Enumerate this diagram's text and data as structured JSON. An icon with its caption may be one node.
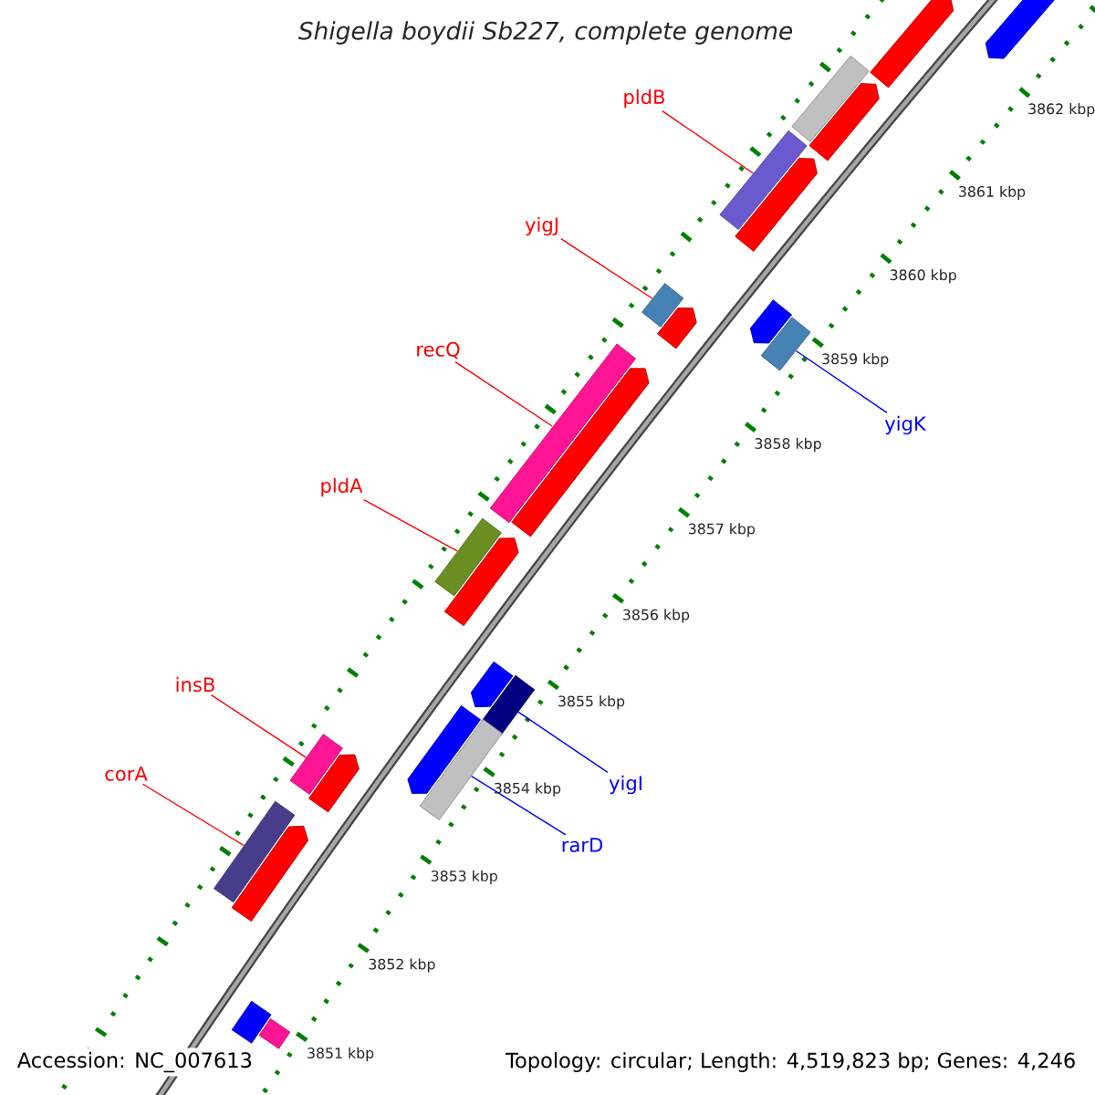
{
  "diagram": {
    "title": "Shigella boydii Sb227, complete genome",
    "nodes": [
      {
        "text": [
          "pldB"
        ]
      },
      {
        "text": [],
        "shape": "bar"
      },
      {
        "text": [
          "yigJ"
        ]
      },
      {
        "text": [],
        "shape": "bar"
      },
      {
        "text": [
          "recQ"
        ]
      },
      {
        "text": [],
        "shape": "bar"
      },
      {
        "text": [
          "yigK"
        ]
      },
      {
        "text": [],
        "shape": "bar"
      },
      {
        "text": [
          "pldA"
        ]
      },
      {
        "text": [],
        "shape": "bar"
      },
      {
        "text": [
          "insB"
        ]
      },
      {
        "text": [],
        "shape": "bar"
      },
      {
        "text": [
          "corA"
        ]
      },
      {
        "text": [],
        "shape": "bar"
      },
      {
        "text": [
          "yigI"
        ]
      },
      {
        "text": [],
        "shape": "bar"
      },
      {
        "text": [
          "rarD"
        ]
      },
      {
        "text": [],
        "shape": "bar"
      },
      {
        "text": [],
        "shape": "pentagon"
      },
      {
        "text": [],
        "shape": "pentagon"
      },
      {
        "text": [],
        "shape": "bar"
      },
      {
        "text": [],
        "shape": "pentagon"
      },
      {
        "text": [],
        "shape": "pentagon"
      },
      {
        "text": [],
        "shape": "pentagon"
      },
      {
        "text": [],
        "shape": "pentagon"
      },
      {
        "text": [],
        "shape": "pentagon"
      },
      {
        "text": [],
        "shape": "pentagon"
      },
      {
        "text": [],
        "shape": "pentagon"
      },
      {
        "text": [],
        "shape": "pentagon"
      },
      {
        "text": [],
        "shape": "pentagon"
      },
      {
        "text": [],
        "shape": "pentagon"
      },
      {
        "text": [],
        "shape": "bar"
      },
      {
        "text": [],
        "shape": "bar"
      }
    ],
    "edges": [
      {
        "from": 0,
        "to": 1,
        "arrow": "none"
      },
      {
        "from": 2,
        "to": 3,
        "arrow": "none"
      },
      {
        "from": 4,
        "to": 5,
        "arrow": "none"
      },
      {
        "from": 6,
        "to": 7,
        "arrow": "none",
        "color": "#0000ff"
      },
      {
        "from": 8,
        "to": 9,
        "arrow": "none"
      },
      {
        "from": 10,
        "to": 11,
        "arrow": "none"
      },
      {
        "from": 12,
        "to": 13,
        "arrow": "none"
      },
      {
        "from": 14,
        "to": 15,
        "arrow": "none",
        "color": "#0000ff"
      },
      {
        "from": 16,
        "to": 17,
        "arrow": "none",
        "color": "#0000ff"
      }
    ],
    "labels": [
      "3862 kbp",
      "3861 kbp",
      "3860 kbp",
      "3859 kbp",
      "3858 kbp",
      "3857 kbp",
      "3856 kbp",
      "3855 kbp",
      "3854 kbp",
      "3853 kbp",
      "3852 kbp",
      "3851 kbp",
      "Accession: NC_007613",
      "Topology: circular; Length: 4,519,823 bp; Genes: 4,246"
    ]
  }
}
